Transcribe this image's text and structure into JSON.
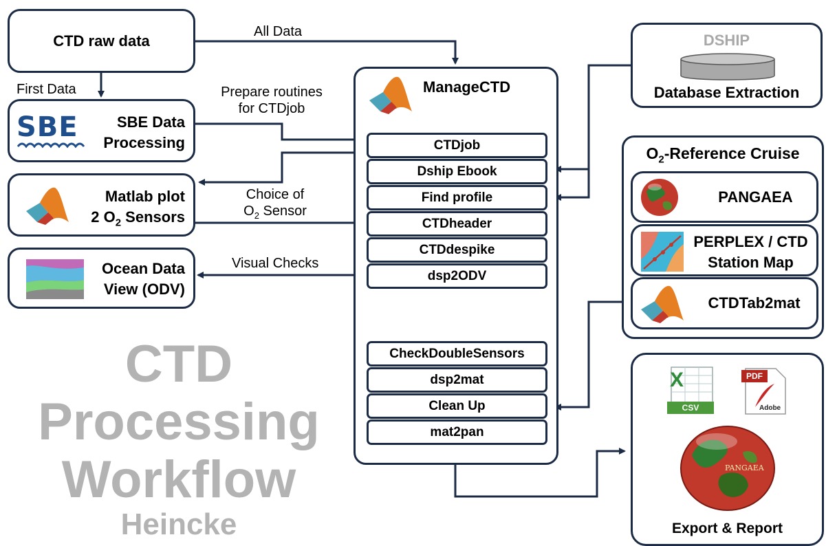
{
  "nodes": {
    "ctd_raw": "CTD raw data",
    "sbe_line1": "SBE Data",
    "sbe_line2": "Processing",
    "sbe_logo": "SBE",
    "matlab_line1": "Matlab plot",
    "matlab_line2_prefix": "2 O",
    "matlab_line2_sub": "2",
    "matlab_line2_suffix": " Sensors",
    "odv_line1": "Ocean Data",
    "odv_line2": "View (ODV)",
    "manage_title": "ManageCTD",
    "dship_logo": "DSHIP",
    "dship_label": "Database Extraction",
    "o2_title_prefix": "O",
    "o2_title_sub": "2",
    "o2_title_suffix": "-Reference Cruise",
    "pangaea": "PANGAEA",
    "perplex_line1": "PERPLEX / CTD",
    "perplex_line2": "Station Map",
    "ctdtab2mat": "CTDTab2mat",
    "export": "Export & Report",
    "csv_label": "CSV",
    "pdf_label": "PDF",
    "adobe_label": "Adobe",
    "pangaea_logo_text": "PANGAEA"
  },
  "manage_modules_top": [
    "CTDjob",
    "Dship Ebook",
    "Find profile",
    "CTDheader",
    "CTDdespike",
    "dsp2ODV"
  ],
  "manage_modules_bottom": [
    "CheckDoubleSensors",
    "dsp2mat",
    "Clean Up",
    "mat2pan"
  ],
  "edge_labels": {
    "all_data": "All Data",
    "first_data": "First Data",
    "prepare_1": "Prepare routines",
    "prepare_2": "for CTDjob",
    "choice_1": "Choice of",
    "choice_2_prefix": "O",
    "choice_2_sub": "2",
    "choice_2_suffix": " Sensor",
    "visual": "Visual Checks"
  },
  "watermark": {
    "line1": "CTD",
    "line2": "Processing",
    "line3": "Workflow",
    "author": "Heincke"
  },
  "colors": {
    "arrow": "#1b2b45",
    "sbe_blue": "#1f4e8c",
    "watermark": "#b3b3b3"
  }
}
